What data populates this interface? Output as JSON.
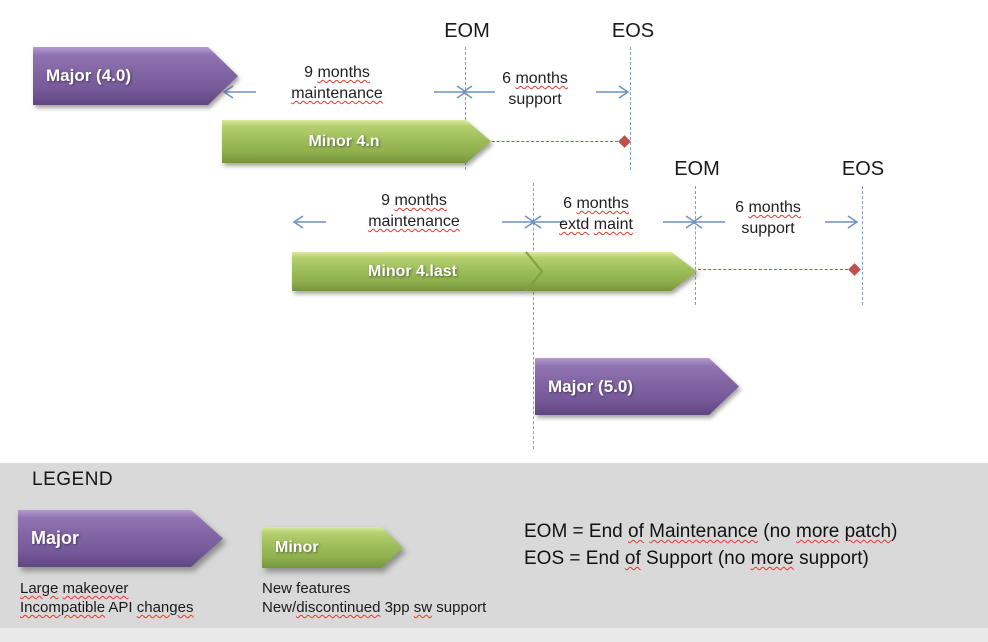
{
  "colors": {
    "major_purple": "#8064a2",
    "minor_green": "#9bbb59",
    "dimension_blue": "#6e91c1",
    "milestone_dash_blue": "#7f9fc4",
    "support_red": "#c0504d",
    "spellcheck_red": "#e03b30",
    "legend_bg": "#d9d9d9"
  },
  "timeline": {
    "row1": {
      "major_label": "Major (4.0)",
      "minor_label": "Minor 4.n",
      "eom_label": "EOM",
      "eos_label": "EOS",
      "maintenance_span": [
        [
          {
            "t": "9 "
          },
          {
            "t": "months",
            "w": true
          }
        ],
        [
          {
            "t": "maintenance",
            "w": true
          }
        ]
      ],
      "support_span": [
        [
          {
            "t": "6 "
          },
          {
            "t": "months",
            "w": true
          }
        ],
        [
          {
            "t": "support"
          }
        ]
      ]
    },
    "row2": {
      "minor_label": "Minor 4.last",
      "eom_label": "EOM",
      "eos_label": "EOS",
      "maintenance_span": [
        [
          {
            "t": "9 "
          },
          {
            "t": "months",
            "w": true
          }
        ],
        [
          {
            "t": "maintenance",
            "w": true
          }
        ]
      ],
      "extd_maint_span": [
        [
          {
            "t": "6 "
          },
          {
            "t": "months",
            "w": true
          }
        ],
        [
          {
            "t": "extd",
            "w": true
          },
          {
            "t": " "
          },
          {
            "t": "maint",
            "w": true
          }
        ]
      ],
      "support_span": [
        [
          {
            "t": "6 "
          },
          {
            "t": "months",
            "w": true
          }
        ],
        [
          {
            "t": "support"
          }
        ]
      ]
    },
    "row3": {
      "major_label": "Major (5.0)"
    }
  },
  "legend": {
    "title": "LEGEND",
    "major_label": "Major",
    "minor_label": "Minor",
    "major_desc": [
      [
        {
          "t": "Large",
          "w": true
        },
        {
          "t": " "
        },
        {
          "t": "makeover",
          "w": true
        }
      ],
      [
        {
          "t": "Incompatible",
          "w": true
        },
        {
          "t": " API "
        },
        {
          "t": "changes",
          "w": true
        }
      ]
    ],
    "minor_desc": [
      [
        {
          "t": "New features"
        }
      ],
      [
        {
          "t": "New/"
        },
        {
          "t": "discontinued",
          "w": true
        },
        {
          "t": " 3pp "
        },
        {
          "t": "sw",
          "w": true
        },
        {
          "t": " support"
        }
      ]
    ],
    "definitions": [
      [
        {
          "t": "EOM = End "
        },
        {
          "t": "of",
          "w": true
        },
        {
          "t": " "
        },
        {
          "t": "Maintenance",
          "w": true
        },
        {
          "t": " (no "
        },
        {
          "t": "more",
          "w": true
        },
        {
          "t": " "
        },
        {
          "t": "patch",
          "w": true
        },
        {
          "t": ")"
        }
      ],
      [
        {
          "t": "EOS = End "
        },
        {
          "t": "of",
          "w": true
        },
        {
          "t": " Support (no "
        },
        {
          "t": "more",
          "w": true
        },
        {
          "t": " support)"
        }
      ]
    ]
  }
}
